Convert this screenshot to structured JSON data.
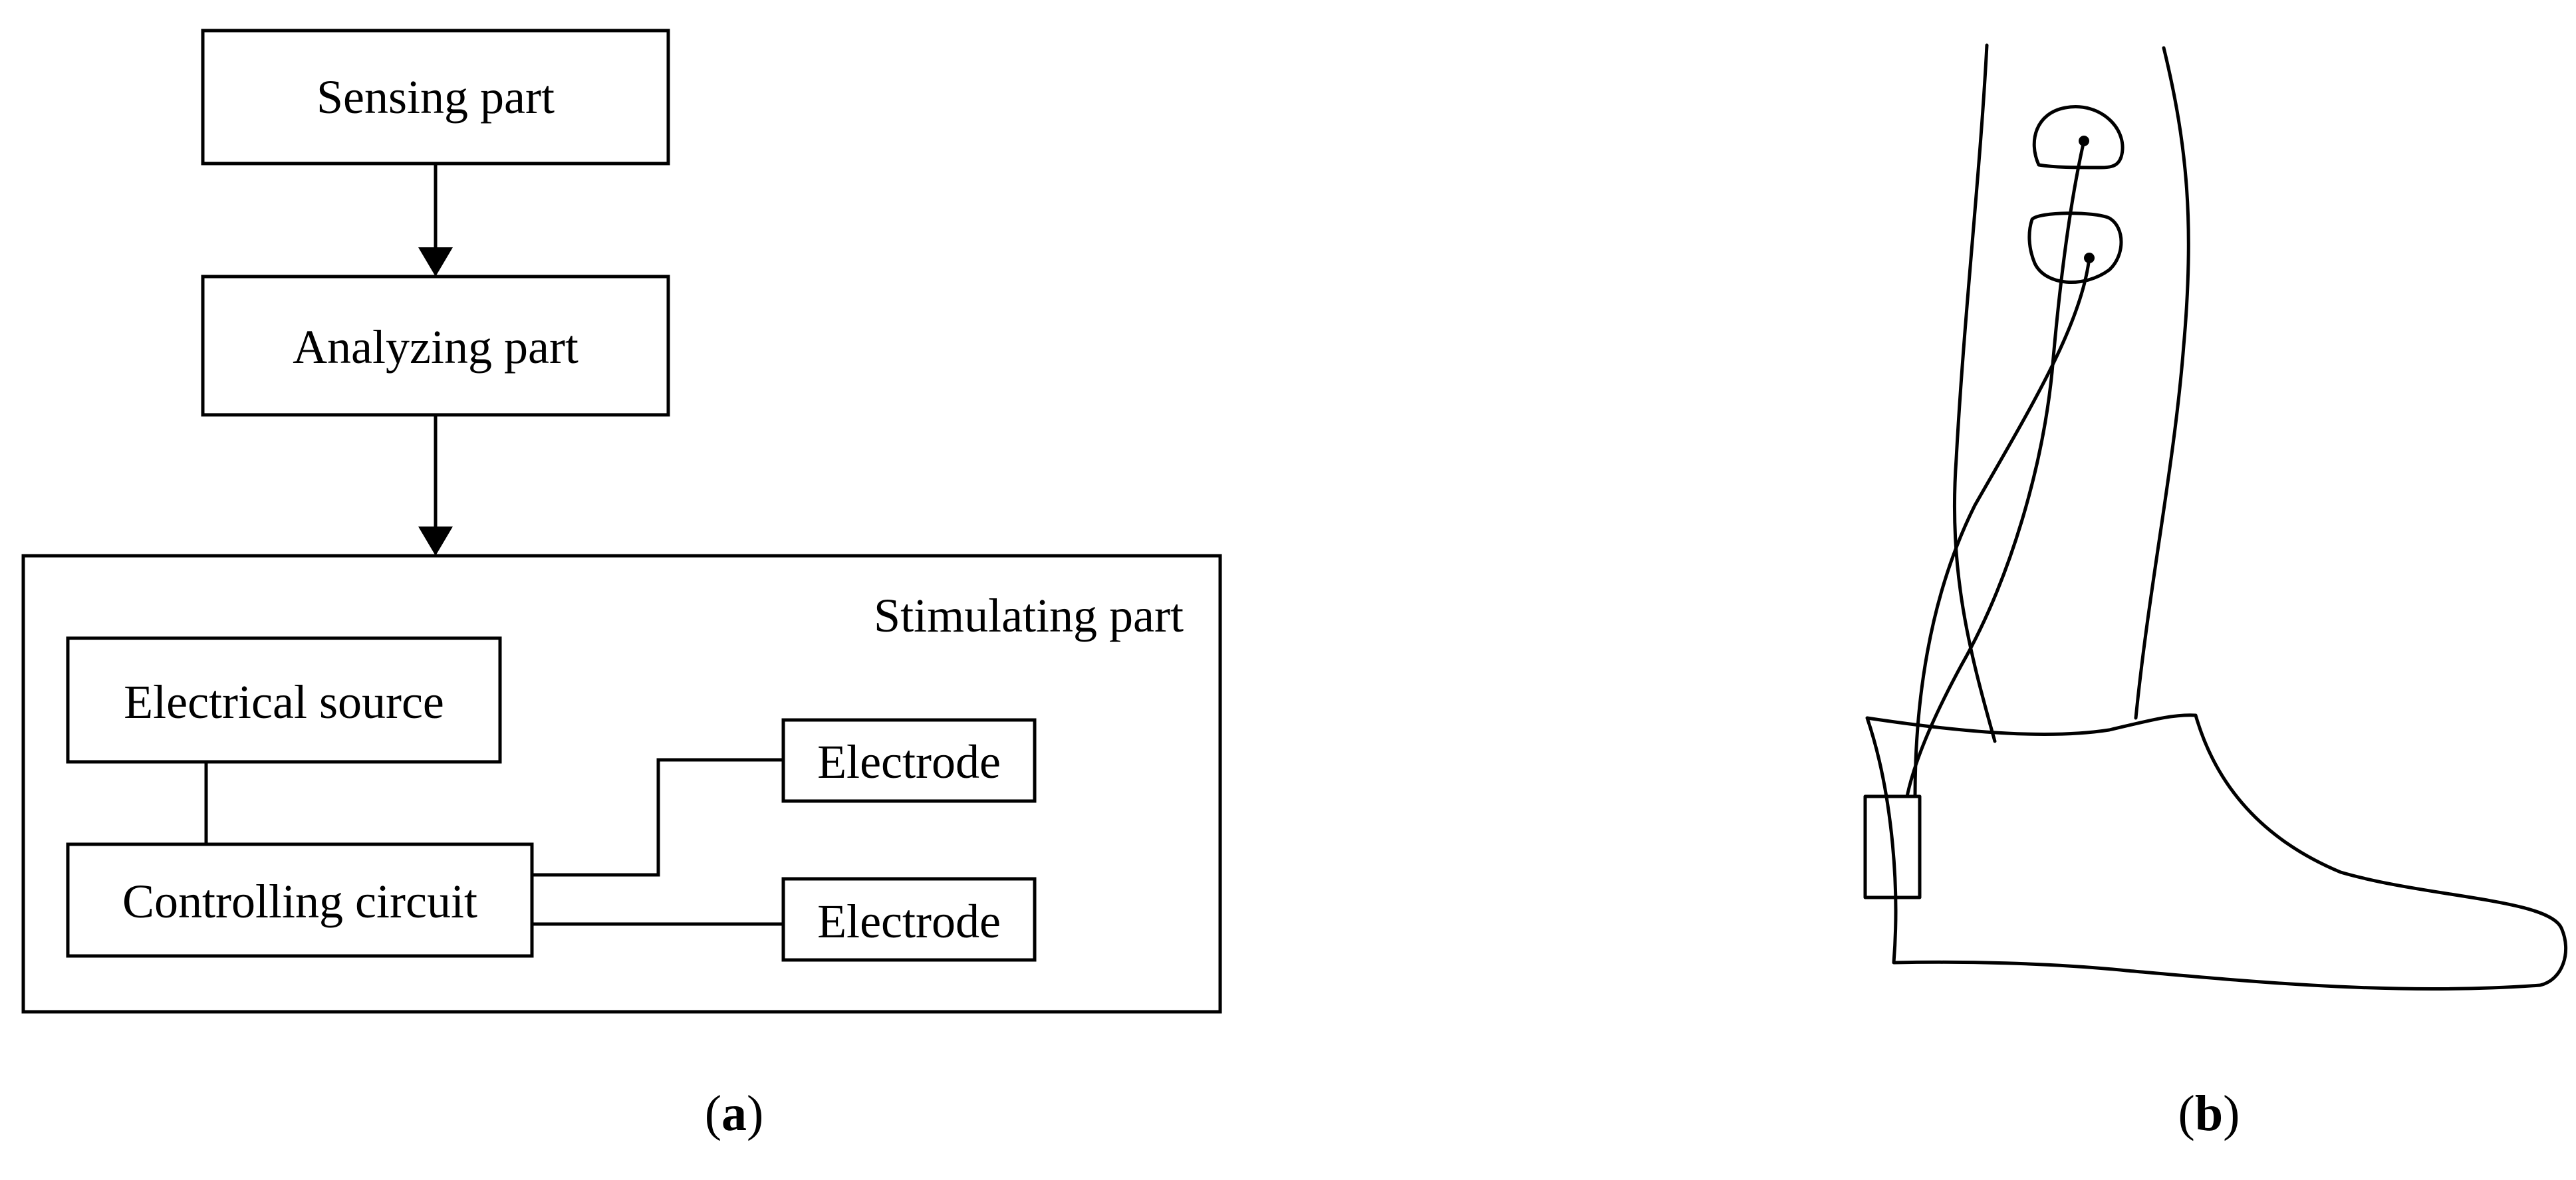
{
  "diagram_a": {
    "sensing": "Sensing part",
    "analyzing": "Analyzing part",
    "stimulating": "Stimulating part",
    "source": "Electrical source",
    "controller": "Controlling circuit",
    "electrode_1": "Electrode",
    "electrode_2": "Electrode"
  },
  "captions": {
    "a": {
      "open": "(",
      "letter": "a",
      "close": ")"
    },
    "b": {
      "open": "(",
      "letter": "b",
      "close": ")"
    }
  },
  "colors": {
    "stroke": "#000000",
    "background": "#ffffff"
  }
}
